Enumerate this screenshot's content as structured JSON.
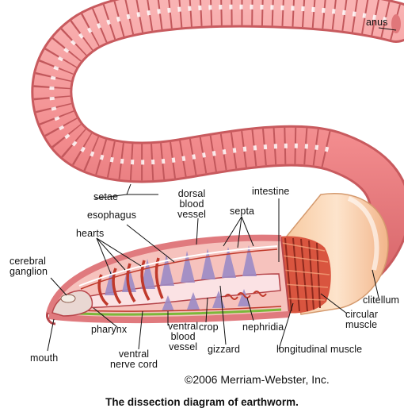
{
  "labels": {
    "anus": "anus",
    "setae": "setae",
    "dorsal_blood_vessel": [
      "dorsal",
      "blood",
      "vessel"
    ],
    "intestine": "intestine",
    "esophagus": "esophagus",
    "septa": "septa",
    "hearts": "hearts",
    "cerebral_ganglion": [
      "cerebral",
      "ganglion"
    ],
    "clitellum": "clitellum",
    "circular_muscle": [
      "circular",
      "muscle"
    ],
    "pharynx": "pharynx",
    "ventral_blood_vessel": [
      "ventral",
      "blood",
      "vessel"
    ],
    "crop": "crop",
    "nephridia": "nephridia",
    "mouth": "mouth",
    "ventral_nerve_cord": [
      "ventral",
      "nerve cord"
    ],
    "gizzard": "gizzard",
    "longitudinal_muscle": "longitudinal muscle"
  },
  "copyright": "©2006 Merriam-Webster, Inc.",
  "caption": "The dissection diagram of earthworm.",
  "colors": {
    "body": "#f08a8c",
    "body_dark": "#c85a5e",
    "ring_highlight": "#ffffff",
    "clitellum": "#fbd7b5",
    "muscle": "#d9553f",
    "vessel": "#c0392b",
    "nerve": "#7ab83a",
    "septa": "#9c8bc6"
  }
}
